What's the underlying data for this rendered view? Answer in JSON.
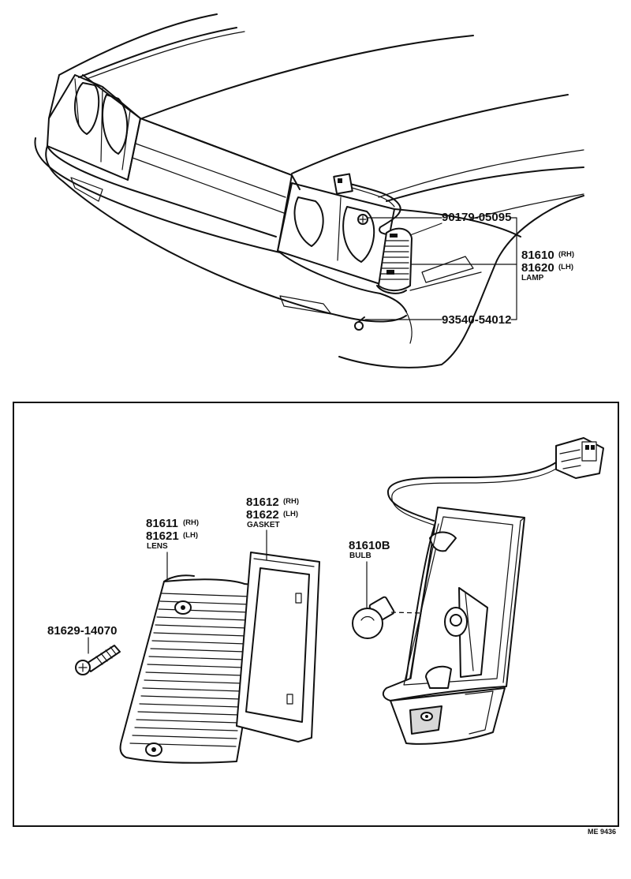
{
  "top_view": {
    "bolt_part_no": "90179-05095",
    "lamp_rh_part_no": "81610",
    "lamp_rh_suffix": "(RH)",
    "lamp_lh_part_no": "81620",
    "lamp_lh_suffix": "(LH)",
    "lamp_name": "LAMP",
    "screw_part_no": "93540-54012"
  },
  "detail_view": {
    "gasket_rh_part_no": "81612",
    "gasket_rh_suffix": "(RH)",
    "gasket_lh_part_no": "81622",
    "gasket_lh_suffix": "(LH)",
    "gasket_name": "GASKET",
    "lens_rh_part_no": "81611",
    "lens_rh_suffix": "(RH)",
    "lens_lh_part_no": "81621",
    "lens_lh_suffix": "(LH)",
    "lens_name": "LENS",
    "bulb_part_no": "81610B",
    "bulb_name": "BULB",
    "screw_part_no": "81629-14070"
  },
  "diagram_code": "ME 9436"
}
